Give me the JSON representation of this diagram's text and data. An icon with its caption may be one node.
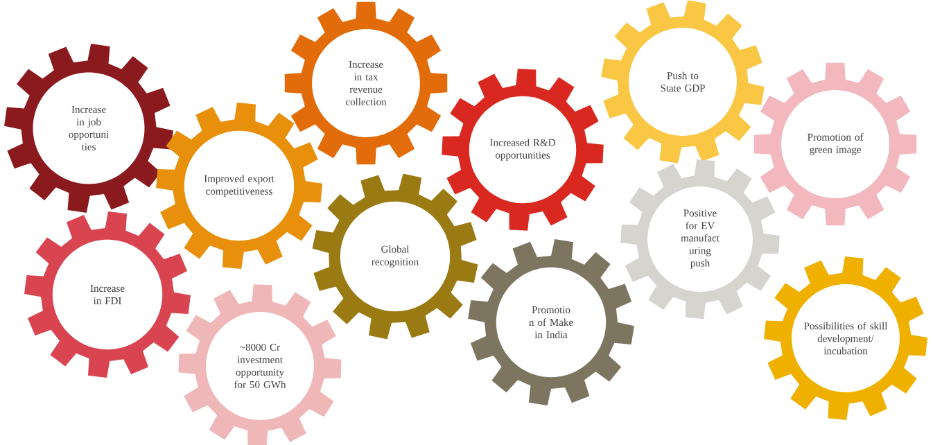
{
  "diagram": {
    "nodes": [
      {
        "text": [
          "Increase in job opportuni ties"
        ]
      },
      {
        "text": [
          "Increase in tax revenue collection"
        ]
      },
      {
        "text": [
          "Improved export competitiveness"
        ]
      },
      {
        "text": [
          "Increased R&D opportunities"
        ]
      },
      {
        "text": [
          "Push to State GDP"
        ]
      },
      {
        "text": [
          "Promotion of green image"
        ]
      },
      {
        "text": [
          "Increase in FDI"
        ]
      },
      {
        "text": [
          "Global recognition"
        ]
      },
      {
        "text": [
          "Positive for EV manufact uring push"
        ]
      },
      {
        "text": [
          "Promotio n of Make in India"
        ]
      },
      {
        "text": [
          "~8000 Cr investment opportunity for 50 GWh"
        ]
      },
      {
        "text": [
          "Possibilities of skill development/ incubation"
        ]
      }
    ]
  }
}
